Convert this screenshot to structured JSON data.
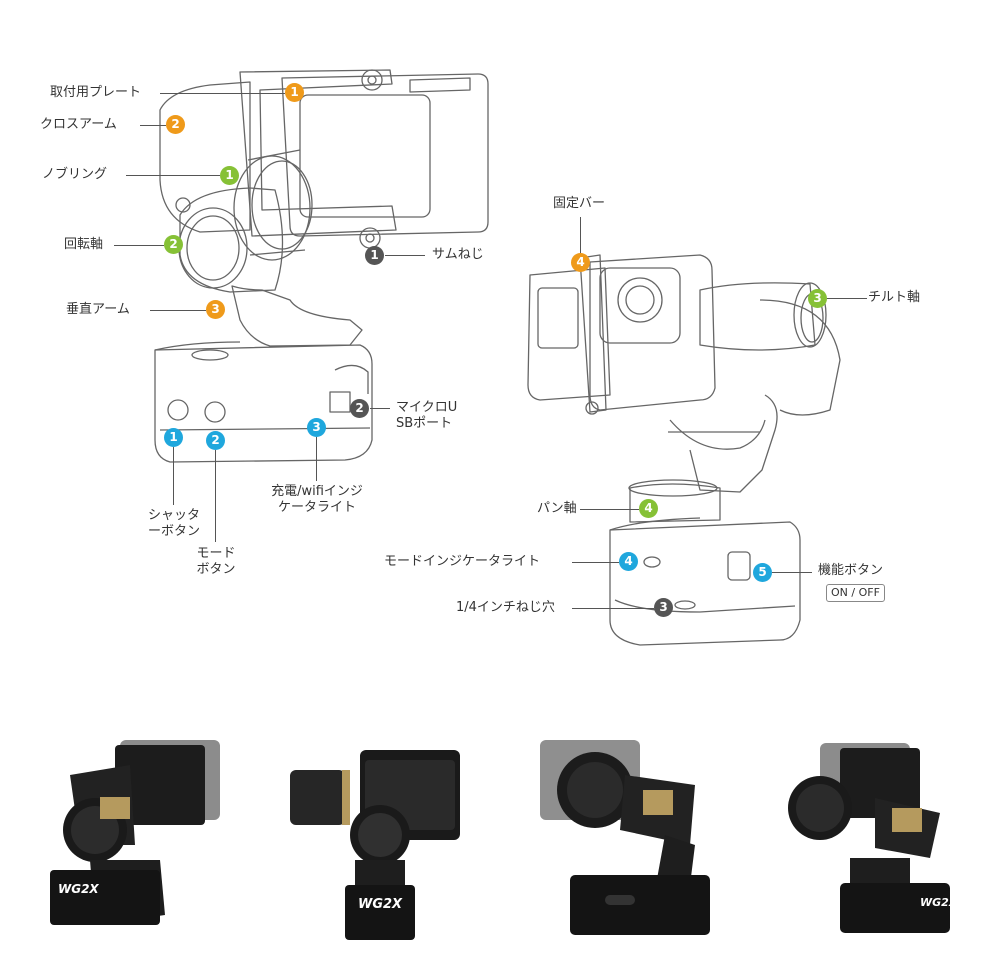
{
  "colors": {
    "orange": "#ef9a1a",
    "green": "#86c136",
    "blue": "#1fa7dd",
    "dark": "#555555"
  },
  "left_diagram": {
    "labels": {
      "mount_plate": "取付用プレート",
      "cross_arm": "クロスアーム",
      "knurled_ring": "ノブリング",
      "roll_axis": "回転軸",
      "vertical_arm": "垂直アーム",
      "thumb_screw": "サムねじ",
      "micro_usb": "マイクロU\nSBポート",
      "charge_wifi_indicator": "充電/wifiインジ\nケータライト",
      "shutter_button": "シャッタ\nーボタン",
      "mode_button": "モード\nボタン"
    },
    "badges": {
      "mount_plate": "1",
      "cross_arm": "2",
      "knurled_ring": "1",
      "roll_axis": "2",
      "vertical_arm": "3",
      "thumb_screw": "1",
      "micro_usb": "2",
      "charge_wifi_indicator": "3",
      "shutter_button": "1",
      "mode_button": "2"
    }
  },
  "right_diagram": {
    "labels": {
      "fixing_bar": "固定バー",
      "tilt_axis": "チルト軸",
      "pan_axis": "パン軸",
      "mode_indicator": "モードインジケータライト",
      "tripod_hole": "1/4インチねじ穴",
      "function_button": "機能ボタン",
      "on_off_tag": "ON / OFF"
    },
    "badges": {
      "fixing_bar": "4",
      "tilt_axis": "3",
      "pan_axis": "4",
      "mode_indicator": "4",
      "tripod_hole": "3",
      "function_button": "5"
    }
  },
  "product_photos": {
    "brand_mark": "WG2X"
  }
}
